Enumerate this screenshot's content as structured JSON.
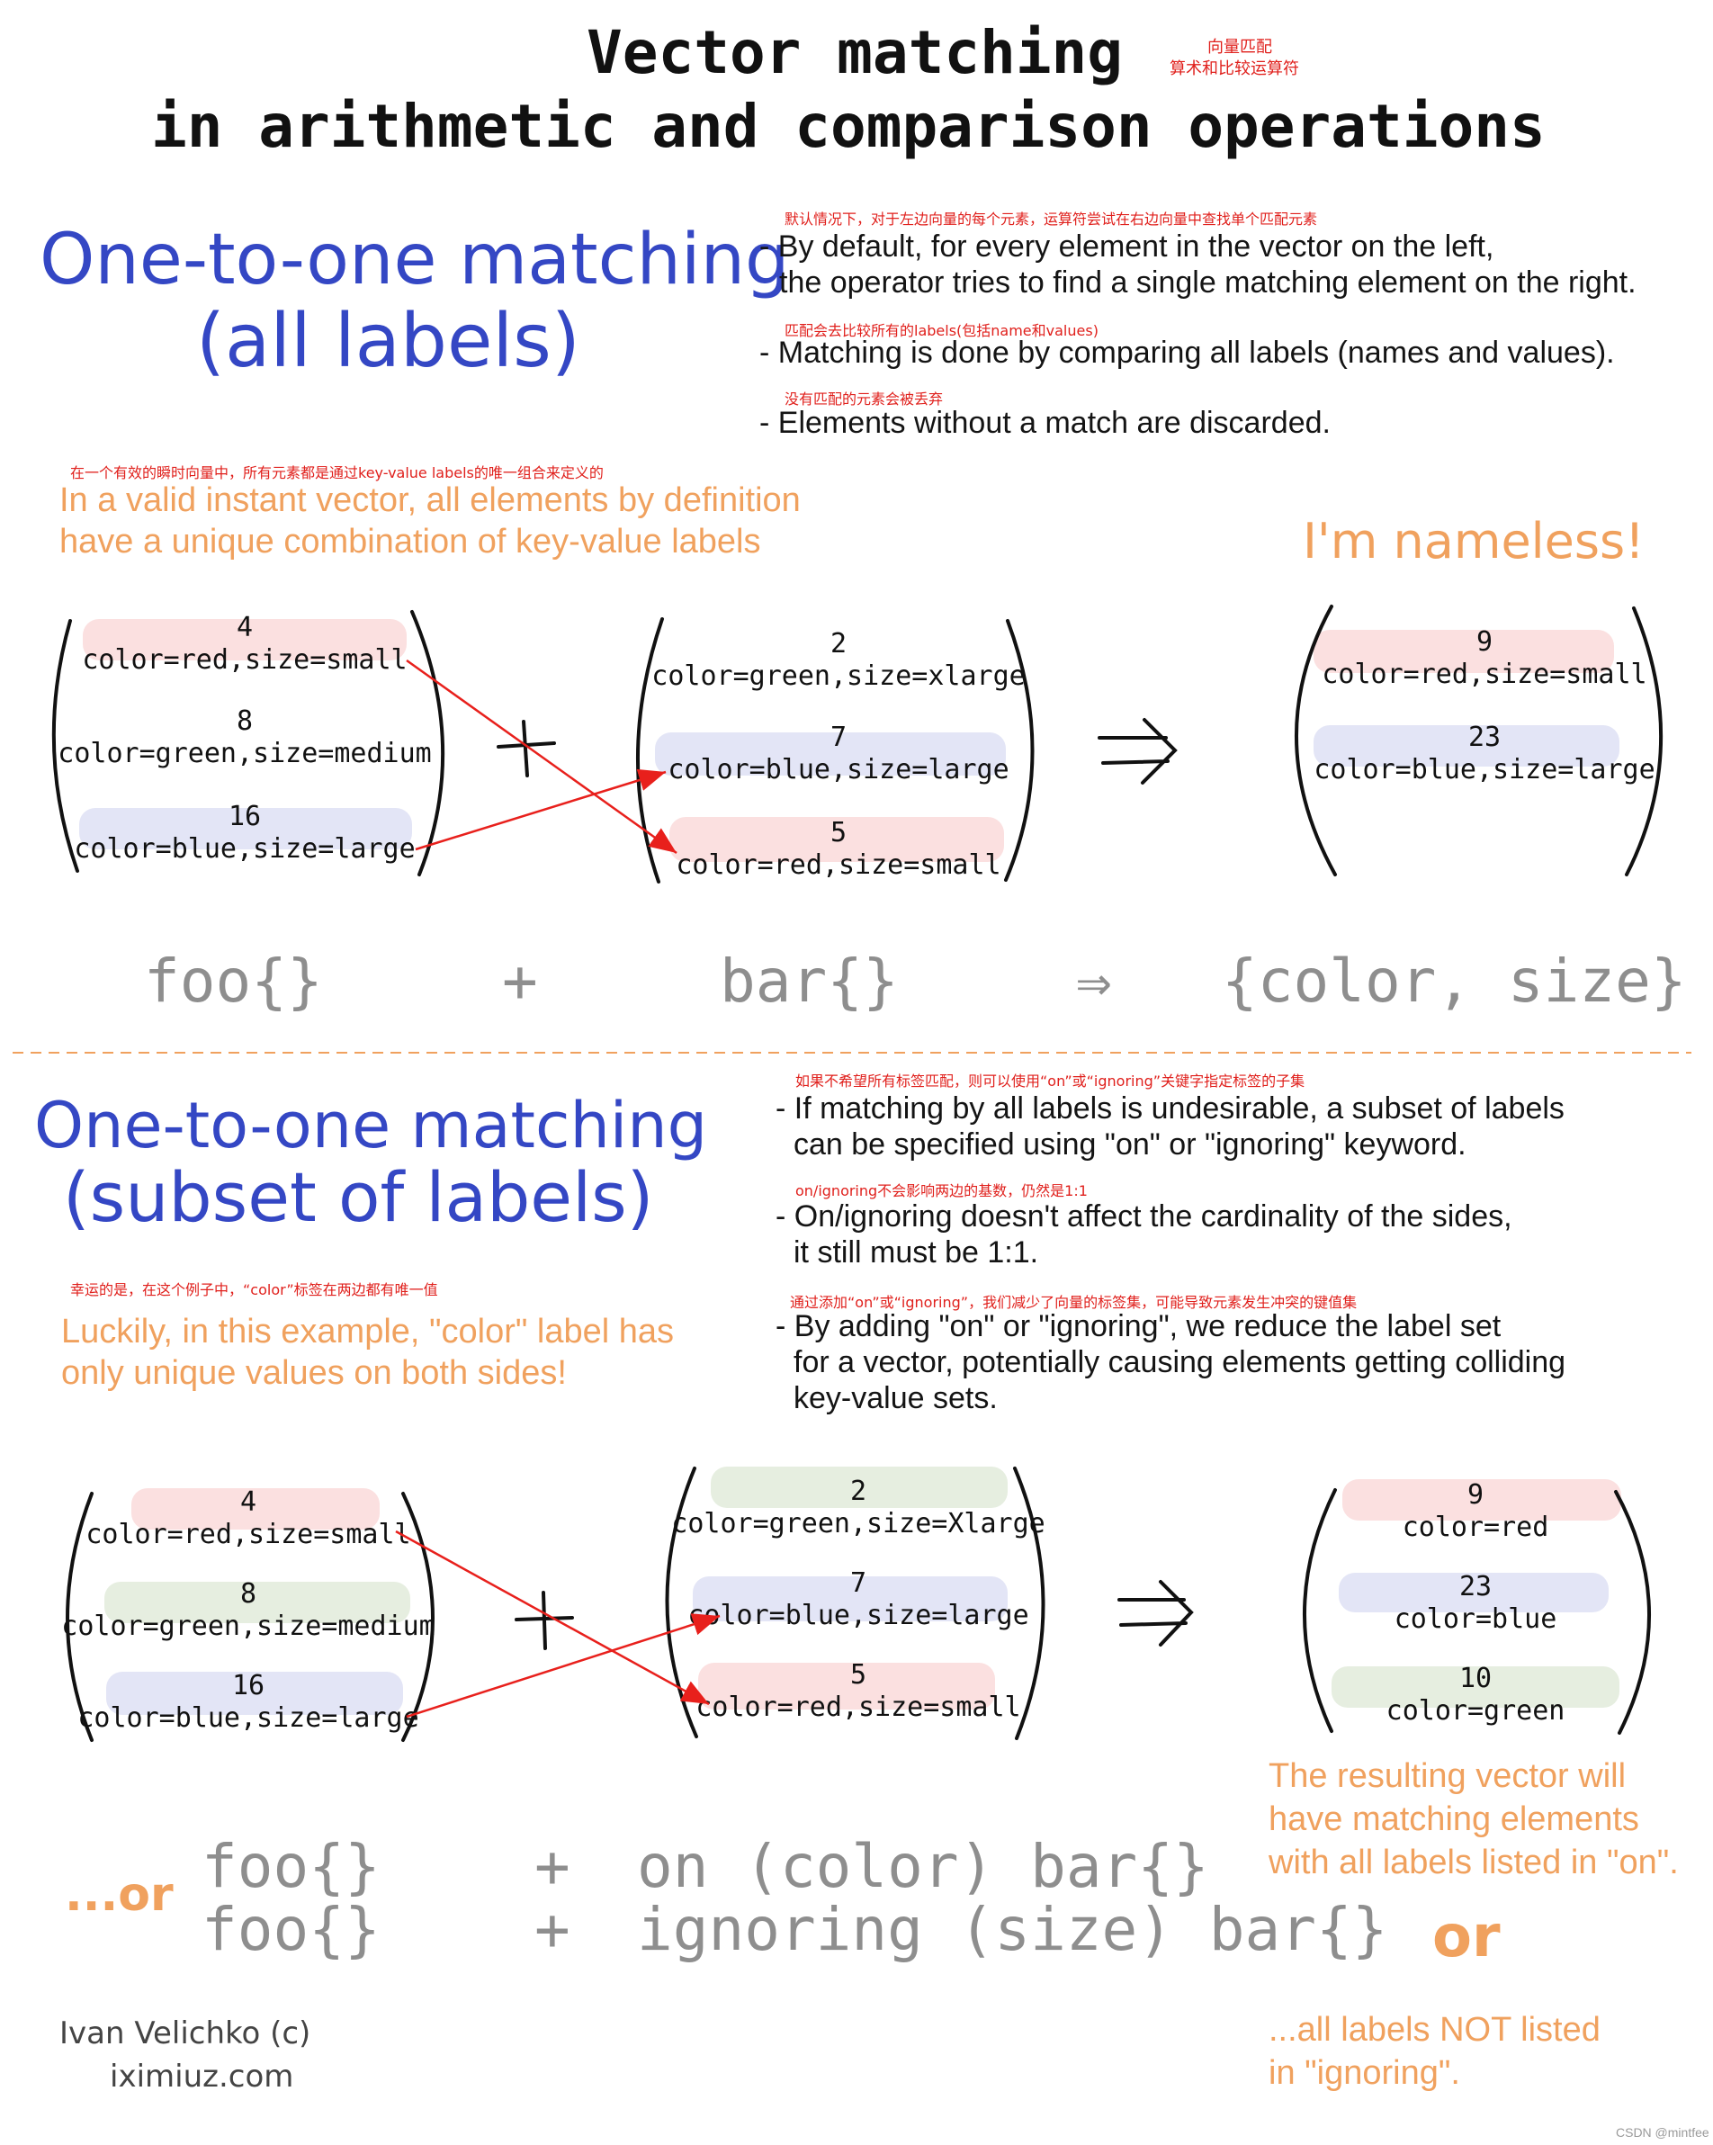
{
  "title": {
    "line1": "Vector matching",
    "line2": "in arithmetic and comparison operations",
    "cn_line1": "向量匹配",
    "cn_line2": "算术和比较运算符"
  },
  "section1": {
    "heading_line1": "One-to-one matching",
    "heading_line2": "(all labels)",
    "bullets": [
      {
        "cn": "默认情况下，对于左边向量的每个元素，运算符尝试在右边向量中查找单个匹配元素",
        "en1": "- By default, for every element in the vector on the left,",
        "en2": "the operator tries to find a single matching element on the right."
      },
      {
        "cn": "匹配会去比较所有的labels(包括name和values)",
        "en1": "- Matching is done by comparing all labels (names and values).",
        "en2": ""
      },
      {
        "cn": "没有匹配的元素会被丢弃",
        "en1": "- Elements without a match are discarded.",
        "en2": ""
      }
    ],
    "note_cn": "在一个有效的瞬时向量中，所有元素都是通过key-value labels的唯一组合来定义的",
    "note_en1": "In a valid instant vector, all elements by definition",
    "note_en2": "have a unique combination of key-value labels",
    "nameless": "I'm nameless!",
    "left_vector": [
      {
        "value": "4",
        "labels": "color=red,size=small"
      },
      {
        "value": "8",
        "labels": "color=green,size=medium"
      },
      {
        "value": "16",
        "labels": "color=blue,size=large"
      }
    ],
    "right_vector": [
      {
        "value": "2",
        "labels": "color=green,size=xlarge"
      },
      {
        "value": "7",
        "labels": "color=blue,size=large"
      },
      {
        "value": "5",
        "labels": "color=red,size=small"
      }
    ],
    "result_vector": [
      {
        "value": "9",
        "labels": "color=red,size=small"
      },
      {
        "value": "23",
        "labels": "color=blue,size=large"
      }
    ],
    "expr": {
      "foo": "foo{}",
      "plus": "+",
      "bar": "bar{}",
      "arrow": "⇒",
      "result": "{color, size}"
    }
  },
  "section2": {
    "heading_line1": "One-to-one matching",
    "heading_line2": "(subset of labels)",
    "bullets": [
      {
        "cn": "如果不希望所有标签匹配，则可以使用“on”或“ignoring”关键字指定标签的子集",
        "en1": "- If matching by all labels is undesirable, a subset of labels",
        "en2": "can be specified using \"on\" or \"ignoring\" keyword.",
        "en3": ""
      },
      {
        "cn": "on/ignoring不会影响两边的基数，仍然是1:1",
        "en1": "- On/ignoring doesn't affect the cardinality of the sides,",
        "en2": "it still must be 1:1.",
        "en3": ""
      },
      {
        "cn": "通过添加“on”或“ignoring”，我们减少了向量的标签集，可能导致元素发生冲突的键值集",
        "en1": "- By adding \"on\" or \"ignoring\", we reduce the label set",
        "en2": "for a vector, potentially causing elements getting colliding",
        "en3": "key-value sets."
      }
    ],
    "note_cn": "幸运的是，在这个例子中，“color”标签在两边都有唯一值",
    "note_en1": "Luckily, in this example, \"color\"   label has",
    "note_en2": "only unique values on both sides!",
    "left_vector": [
      {
        "value": "4",
        "labels": "color=red,size=small"
      },
      {
        "value": "8",
        "labels": "color=green,size=medium"
      },
      {
        "value": "16",
        "labels": "color=blue,size=large"
      }
    ],
    "right_vector": [
      {
        "value": "2",
        "labels": "color=green,size=Xlarge"
      },
      {
        "value": "7",
        "labels": "color=blue,size=large"
      },
      {
        "value": "5",
        "labels": "color=red,size=small"
      }
    ],
    "result_vector": [
      {
        "value": "9",
        "labels": "color=red"
      },
      {
        "value": "23",
        "labels": "color=blue"
      },
      {
        "value": "10",
        "labels": "color=green"
      }
    ],
    "result_note1": "The resulting vector will",
    "result_note2": "have matching elements",
    "result_note3": "with all labels listed in \"on\".",
    "or_word": "or",
    "or_prefix": "...or",
    "ignoring_note1": "...all labels NOT listed",
    "ignoring_note2": "in \"ignoring\".",
    "expr_on": {
      "foo": "foo{}",
      "plus": "+",
      "rest": "on (color) bar{}"
    },
    "expr_ignoring": {
      "foo": "foo{}",
      "plus": "+",
      "rest": "ignoring (size) bar{}"
    }
  },
  "footer": {
    "author": "Ivan Velichko (c)",
    "site": "iximiuz.com",
    "watermark": "CSDN @mintfee"
  },
  "colors": {
    "heading_blue": "#3447c4",
    "note_orange": "#f0a15e",
    "cn_red": "#e0201c",
    "arrow_red": "#e8201c",
    "expr_grey": "#8e8e8e",
    "hl_red": "#fbe0e0",
    "hl_blue": "#e3e5f6",
    "hl_green": "#e6eee0"
  }
}
